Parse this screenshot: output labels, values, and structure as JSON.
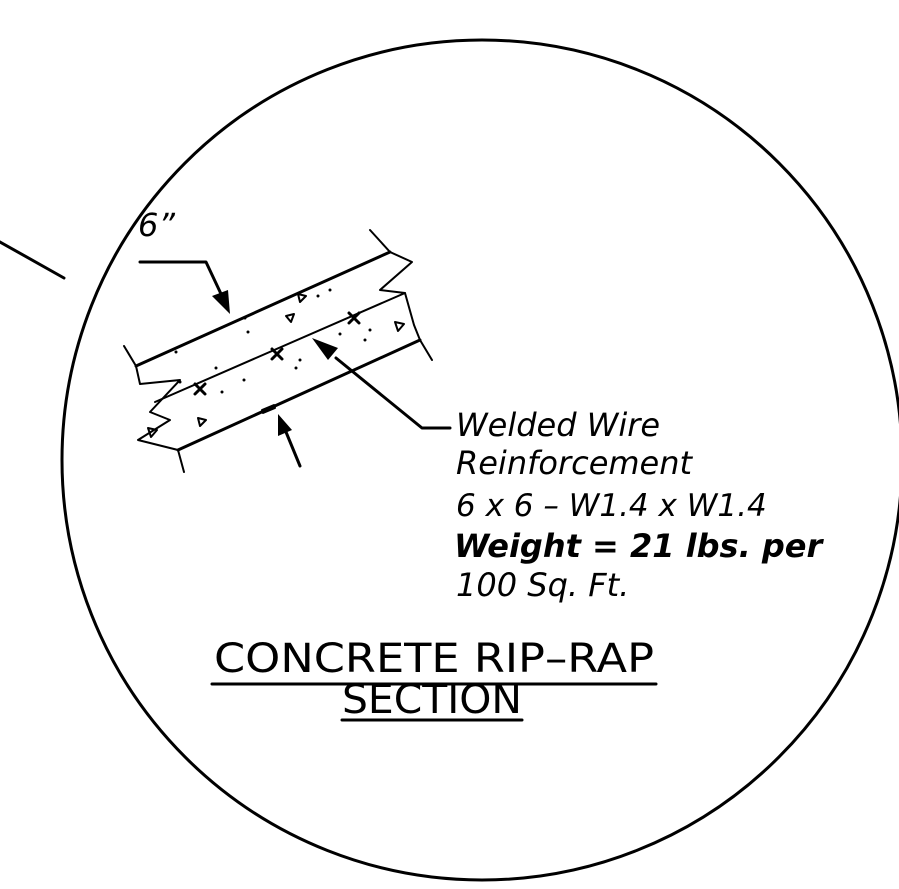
{
  "dimension_label": "6”",
  "callout": {
    "line1": "Welded Wire",
    "line2": "Reinforcement",
    "line3": "6 x 6 –  W1.4 x W1.4",
    "line4": "Weight = 21 lbs. per",
    "line5": "100 Sq. Ft."
  },
  "title": {
    "line1": "CONCRETE RIP–RAP",
    "line2": "SECTION"
  },
  "colors": {
    "ink": "#000000",
    "paper": "#ffffff"
  }
}
